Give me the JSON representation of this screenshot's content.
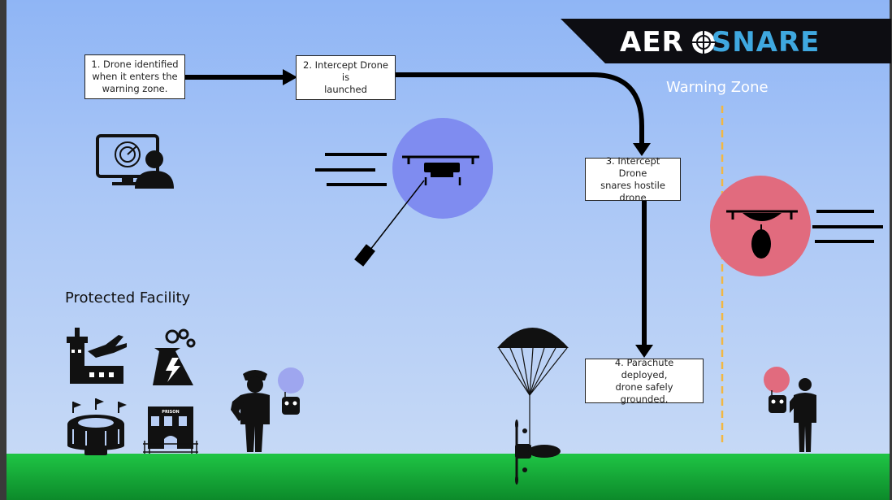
{
  "logo": {
    "part1": "AER",
    "part2": "SNARE",
    "icon": "crosshair-icon"
  },
  "labels": {
    "warning_zone": "Warning Zone",
    "protected_facility": "Protected Facility"
  },
  "steps": [
    {
      "lines": [
        "1. Drone identified",
        "when it enters the",
        "warning zone."
      ]
    },
    {
      "lines": [
        "2. Intercept Drone is",
        "launched"
      ]
    },
    {
      "lines": [
        "3. Intercept Drone",
        "snares hostile drone"
      ]
    },
    {
      "lines": [
        "4. Parachute deployed,",
        "drone safely grounded."
      ]
    }
  ],
  "prison_sign": "PRISON",
  "colors": {
    "sky_top": "#8fb5f5",
    "grass": "#14b23a",
    "intercept_circle": "#7f8cf0",
    "hostile_circle": "#e16b7e",
    "warning_line": "#f2b742",
    "logo_accent": "#3fa8e0"
  }
}
